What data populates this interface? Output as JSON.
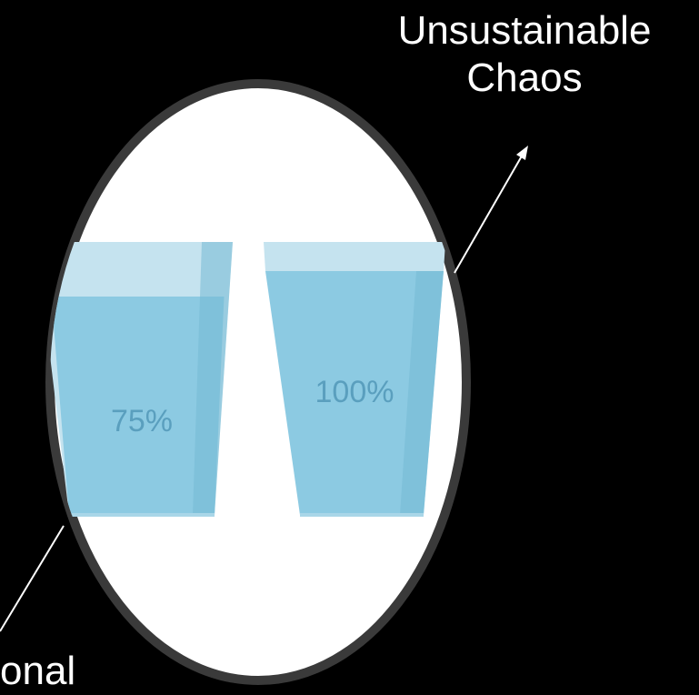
{
  "labels": {
    "chaos_line1": "Unsustainable",
    "chaos_line2": "Chaos",
    "optimal_partial": "onal"
  },
  "glasses": [
    {
      "name": "left-glass",
      "fill_label": "75%",
      "fill_fraction": 0.75
    },
    {
      "name": "right-glass",
      "fill_label": "100%",
      "fill_fraction": 1.0
    }
  ],
  "colors": {
    "background": "#000000",
    "oval_fill": "#ffffff",
    "oval_border": "#3a3a3a",
    "glass_empty": "#c5e3ef",
    "water": "#8ccae2",
    "water_shade": "#74b9d4",
    "glass_text": "#5a9fbe",
    "pointer_line": "#ffffff"
  }
}
